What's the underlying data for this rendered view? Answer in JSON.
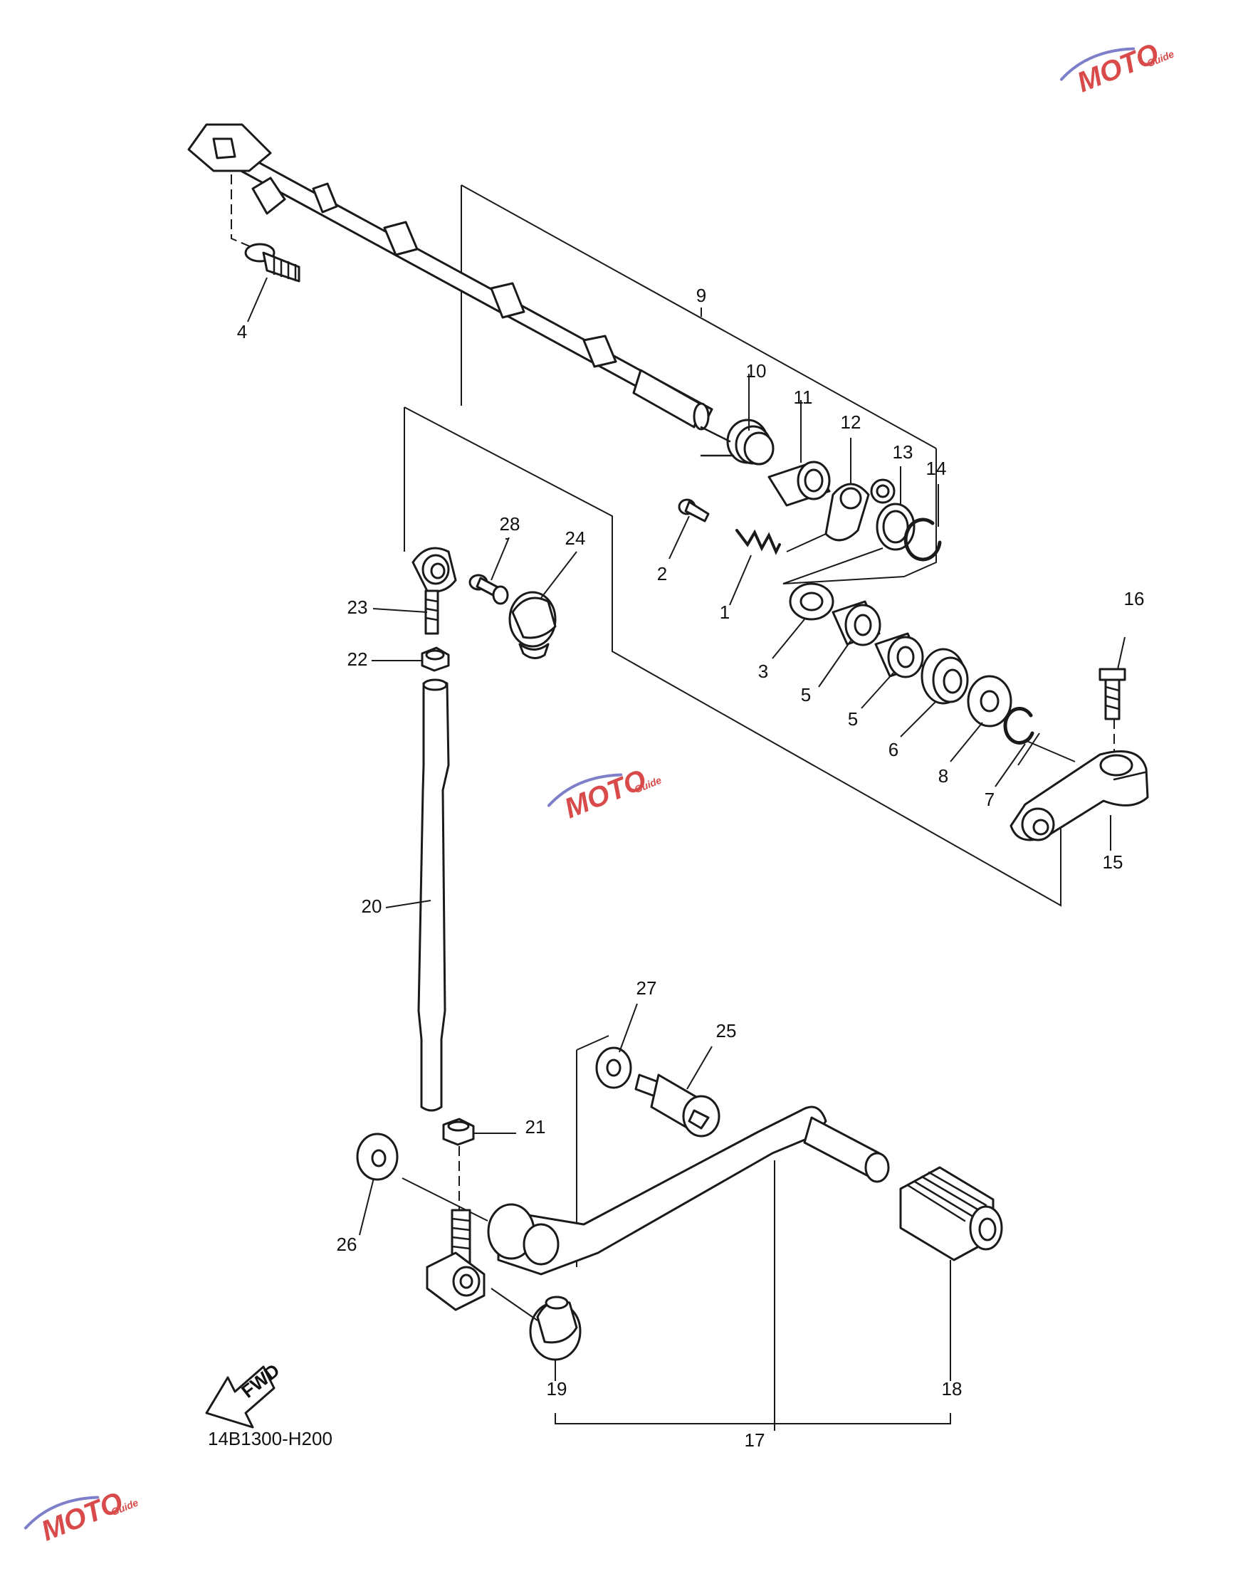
{
  "diagram": {
    "code": "14B1300-H200",
    "fwd_label": "FWD",
    "watermark": {
      "text": "MOTO",
      "sub": "Guide",
      "color_primary": "#d94b4b",
      "color_secondary": "#7d7fc9"
    },
    "callouts": [
      {
        "id": "c1",
        "label": "1"
      },
      {
        "id": "c2",
        "label": "2"
      },
      {
        "id": "c3",
        "label": "3"
      },
      {
        "id": "c4",
        "label": "4"
      },
      {
        "id": "c5a",
        "label": "5"
      },
      {
        "id": "c5b",
        "label": "5"
      },
      {
        "id": "c6",
        "label": "6"
      },
      {
        "id": "c7",
        "label": "7"
      },
      {
        "id": "c8",
        "label": "8"
      },
      {
        "id": "c9",
        "label": "9"
      },
      {
        "id": "c10",
        "label": "10"
      },
      {
        "id": "c11",
        "label": "11"
      },
      {
        "id": "c12",
        "label": "12"
      },
      {
        "id": "c13",
        "label": "13"
      },
      {
        "id": "c14",
        "label": "14"
      },
      {
        "id": "c15",
        "label": "15"
      },
      {
        "id": "c16",
        "label": "16"
      },
      {
        "id": "c17",
        "label": "17"
      },
      {
        "id": "c18",
        "label": "18"
      },
      {
        "id": "c19",
        "label": "19"
      },
      {
        "id": "c20",
        "label": "20"
      },
      {
        "id": "c21",
        "label": "21"
      },
      {
        "id": "c22",
        "label": "22"
      },
      {
        "id": "c23",
        "label": "23"
      },
      {
        "id": "c24",
        "label": "24"
      },
      {
        "id": "c25",
        "label": "25"
      },
      {
        "id": "c26",
        "label": "26"
      },
      {
        "id": "c27",
        "label": "27"
      },
      {
        "id": "c28",
        "label": "28"
      }
    ]
  }
}
